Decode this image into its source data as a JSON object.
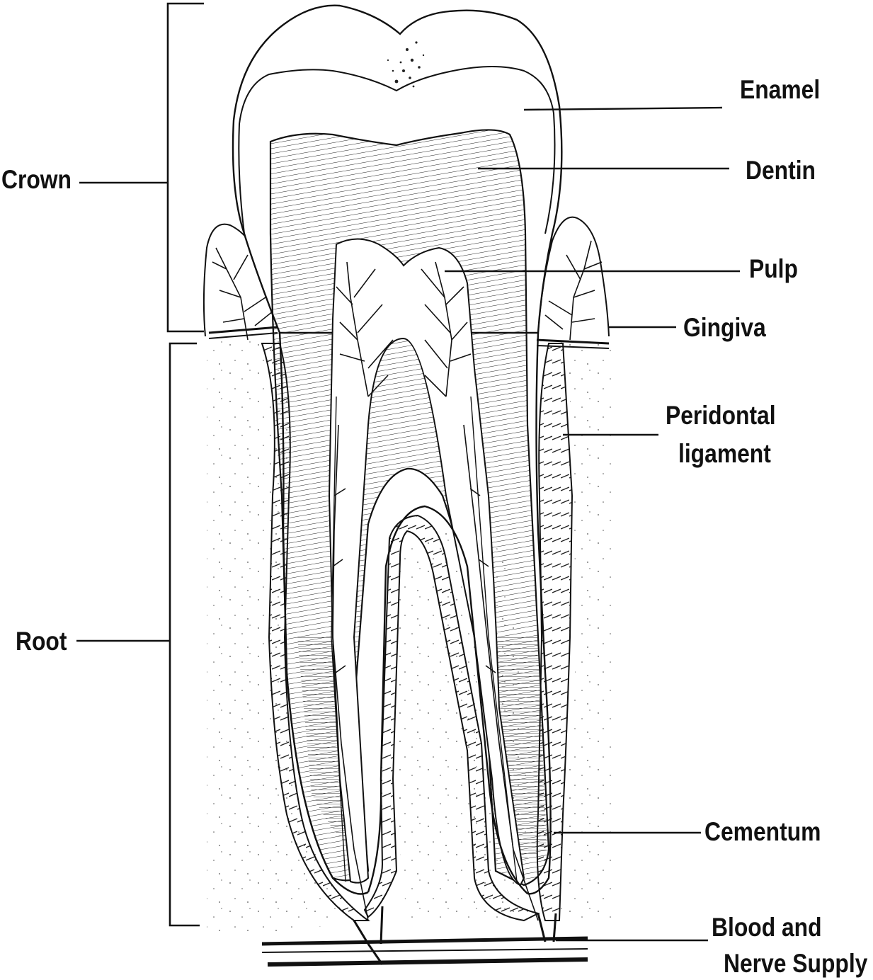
{
  "diagram": {
    "labels": {
      "enamel": "Enamel",
      "dentin": "Dentin",
      "pulp": "Pulp",
      "gingiva": "Gingiva",
      "peridontal_line1": "Peridontal",
      "peridontal_line2": "ligament",
      "cementum": "Cementum",
      "blood_line1": "Blood and",
      "blood_line2": "Nerve Supply",
      "crown": "Crown",
      "root": "Root"
    },
    "colors": {
      "ink": "#111111",
      "background": "#ffffff",
      "stipple": "#555555"
    }
  }
}
